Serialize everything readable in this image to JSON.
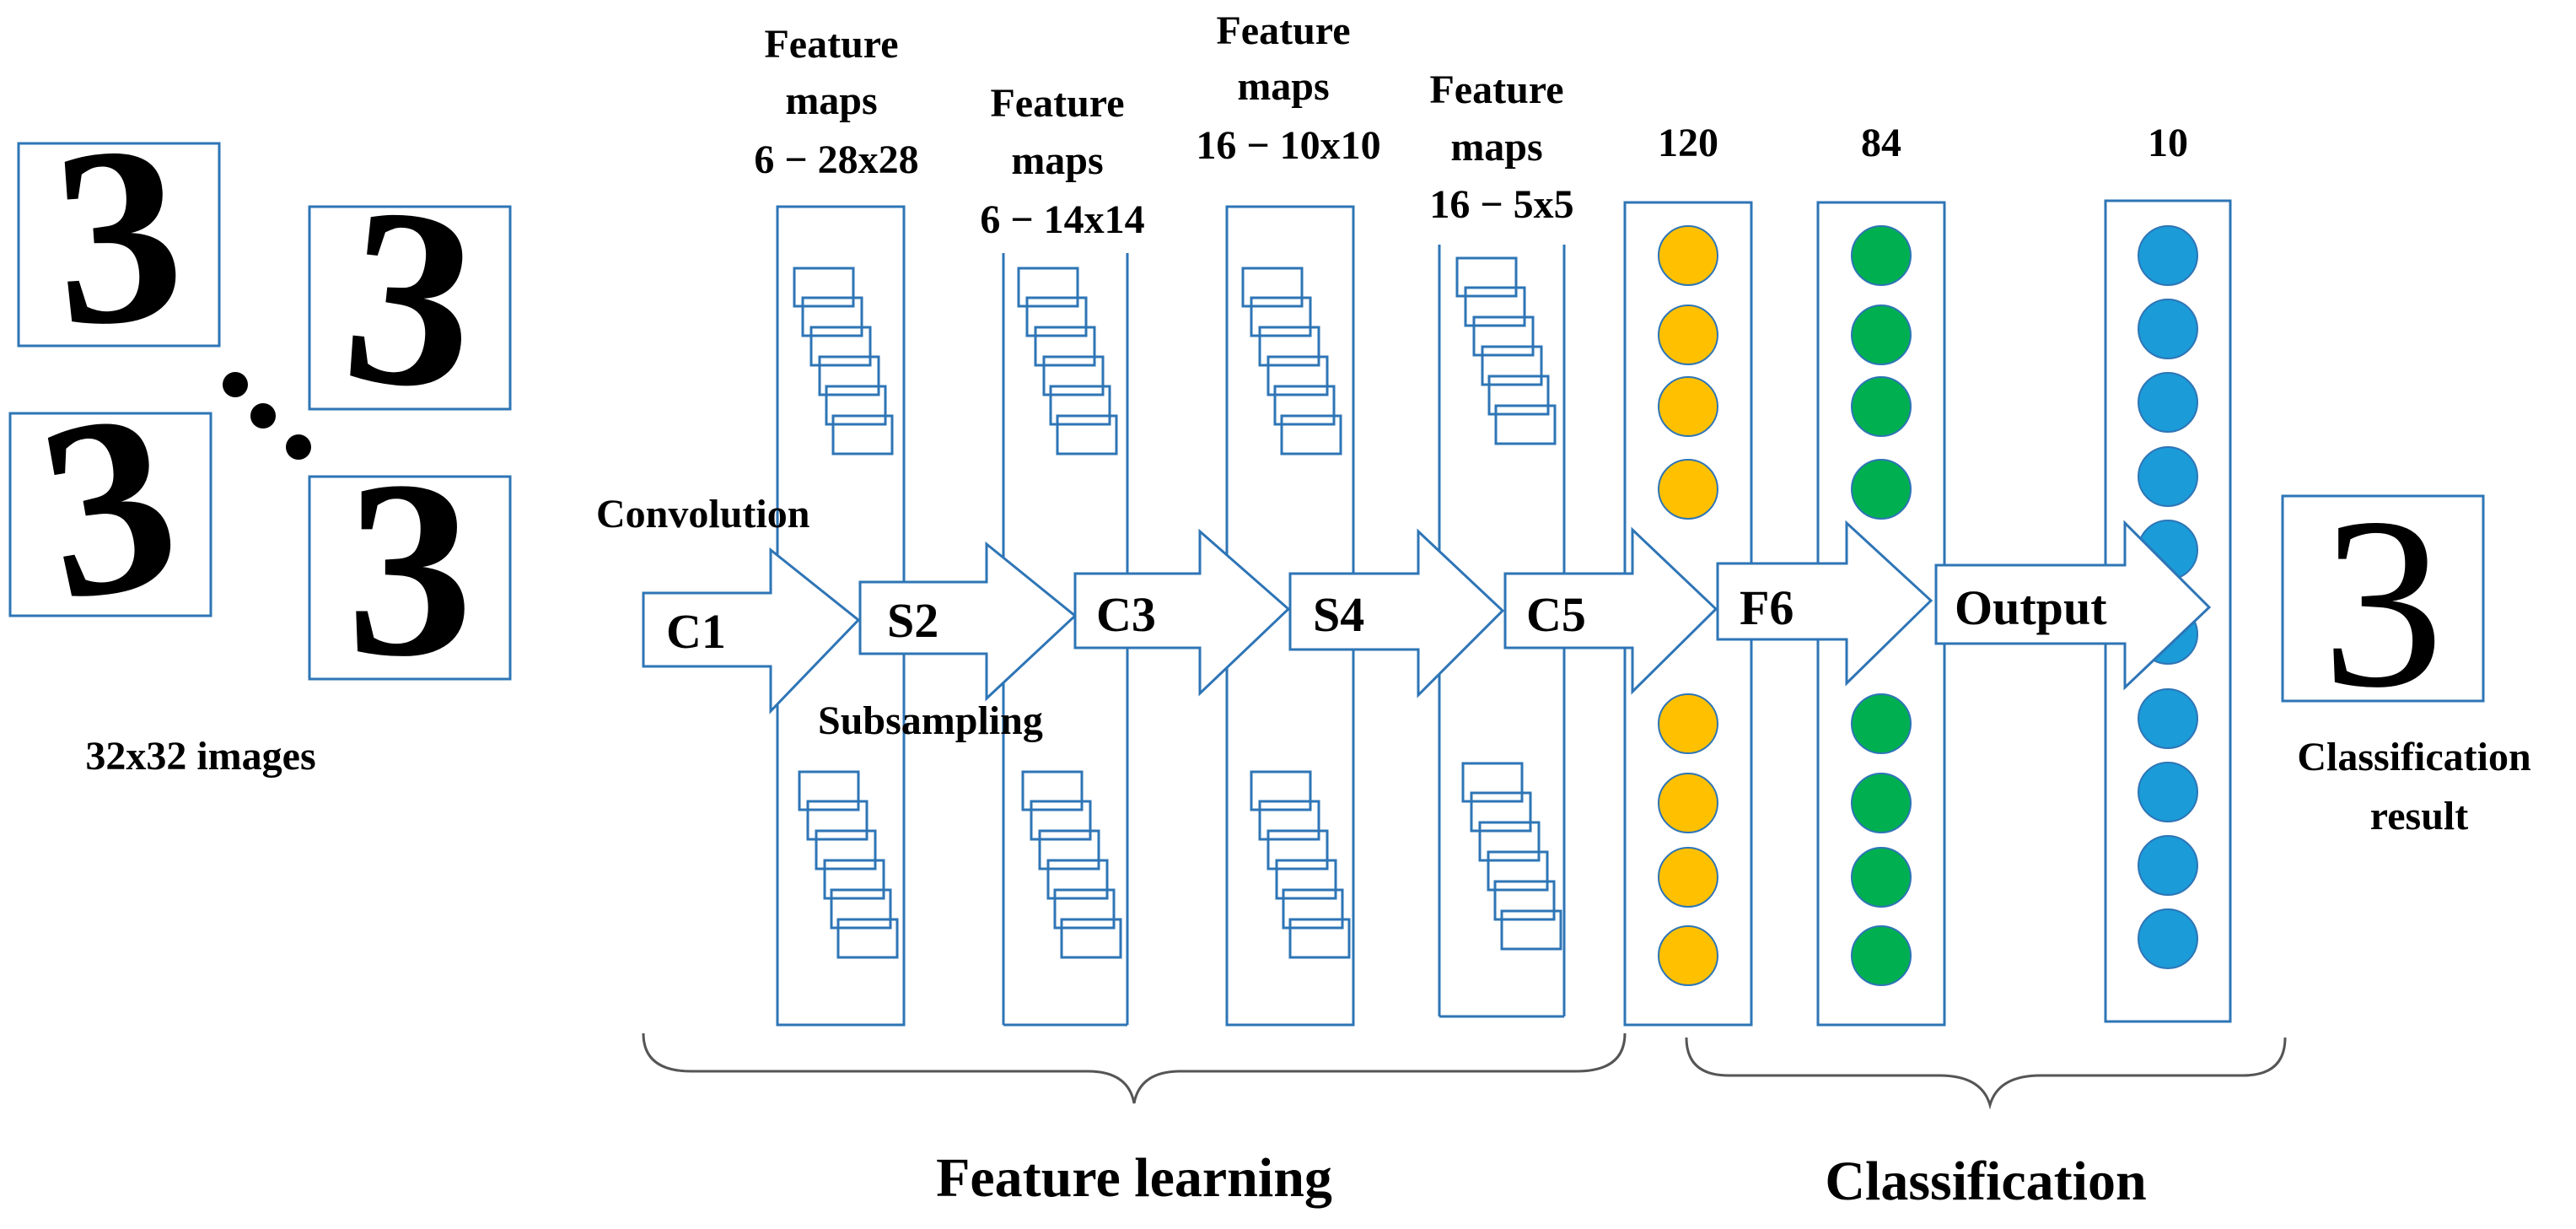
{
  "input": {
    "caption": "32x32 images",
    "sample_digit": "3"
  },
  "layers": {
    "c1": {
      "stage": "C1",
      "caption": [
        "Feature",
        "maps",
        "6 − 28x28"
      ],
      "operation": "Convolution"
    },
    "s2": {
      "stage": "S2",
      "caption": [
        "Feature",
        "maps",
        "6 − 14x14"
      ],
      "operation": "Subsampling"
    },
    "c3": {
      "stage": "C3",
      "caption": [
        "Feature",
        "maps",
        "16 − 10x10"
      ]
    },
    "s4": {
      "stage": "S4",
      "caption": [
        "Feature",
        "maps",
        "16 − 5x5"
      ]
    },
    "c5": {
      "stage": "C5",
      "caption": [
        "120"
      ],
      "node_color": "#FFC000"
    },
    "f6": {
      "stage": "F6",
      "caption": [
        "84"
      ],
      "node_color": "#00B050"
    },
    "output": {
      "stage": "Output",
      "caption": [
        "10"
      ],
      "node_color": "#1B9BD8"
    }
  },
  "result": {
    "digit": "3",
    "caption": [
      "Classification",
      "result"
    ]
  },
  "sections": {
    "feature_learning": "Feature learning",
    "classification": "Classification"
  },
  "colors": {
    "outline": "#2E75B6",
    "text": "#000000"
  }
}
